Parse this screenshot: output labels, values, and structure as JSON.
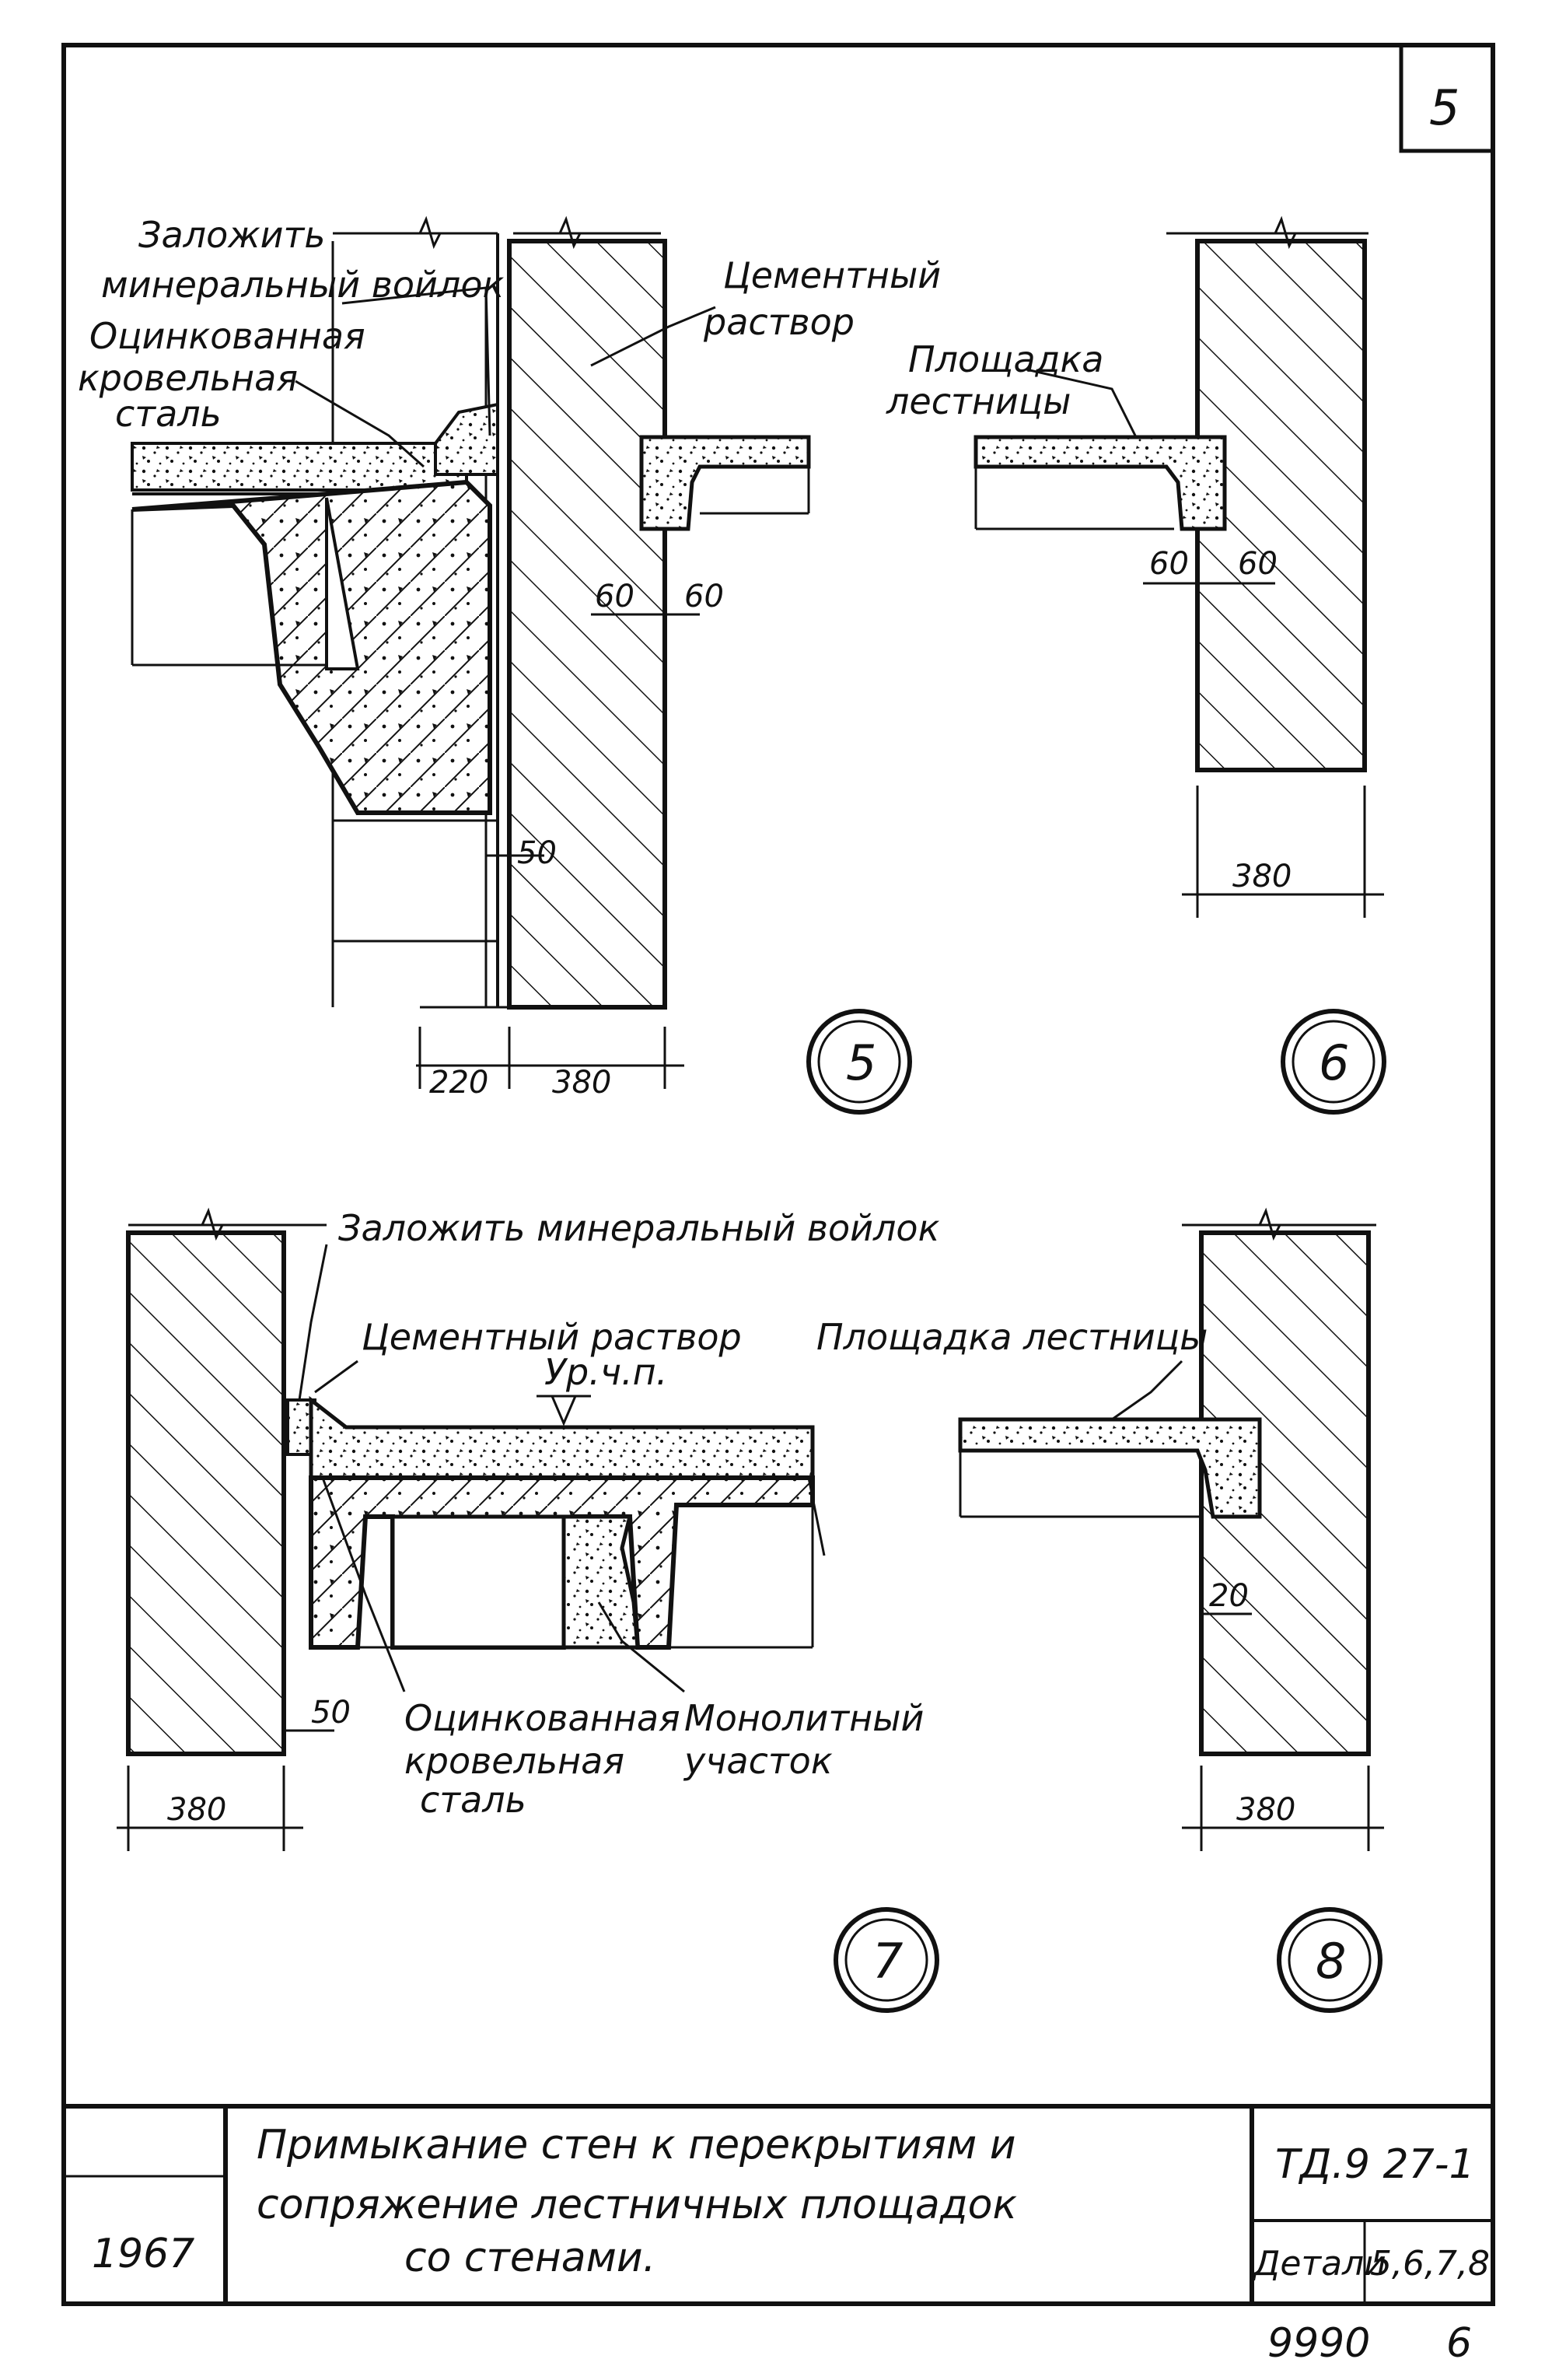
{
  "sheet": {
    "number": "5",
    "year": "1967",
    "title_lines": [
      "Примыкание стен к перекрытиям и",
      "сопряжение лестничных площадок",
      "со стенами."
    ],
    "code": "ТД.9 27-1",
    "details_label": "Детали",
    "details_value": "5,6,7,8",
    "archive_number": "9990",
    "archive_page": "6"
  },
  "detail5": {
    "marker": "5",
    "label_felt_1": "Заложить",
    "label_felt_2": "минеральный войлок",
    "label_steel_1": "Оцинкованная",
    "label_steel_2": "кровельная",
    "label_steel_3": "сталь",
    "label_mortar_1": "Цементный",
    "label_mortar_2": "раствор",
    "dim_a": "60",
    "dim_b": "60",
    "dim_c": "50",
    "dim_d": "220",
    "dim_e": "380"
  },
  "detail6": {
    "marker": "6",
    "label_landing_1": "Площадка",
    "label_landing_2": "лестницы",
    "dim_a": "60",
    "dim_b": "60",
    "dim_c": "380"
  },
  "detail7": {
    "marker": "7",
    "label_felt": "Заложить минеральный войлок",
    "label_mortar": "Цементный раствор",
    "label_level": "Ур.ч.п.",
    "label_steel_1": "Оцинкованная",
    "label_steel_2": "кровельная",
    "label_steel_3": "сталь",
    "label_mono_1": "Монолитный",
    "label_mono_2": "участок",
    "dim_a": "50",
    "dim_b": "380"
  },
  "detail8": {
    "marker": "8",
    "label_landing": "Площадка лестницы",
    "dim_a": "20",
    "dim_b": "380"
  },
  "colors": {
    "ink": "#111111",
    "paper": "#ffffff"
  }
}
